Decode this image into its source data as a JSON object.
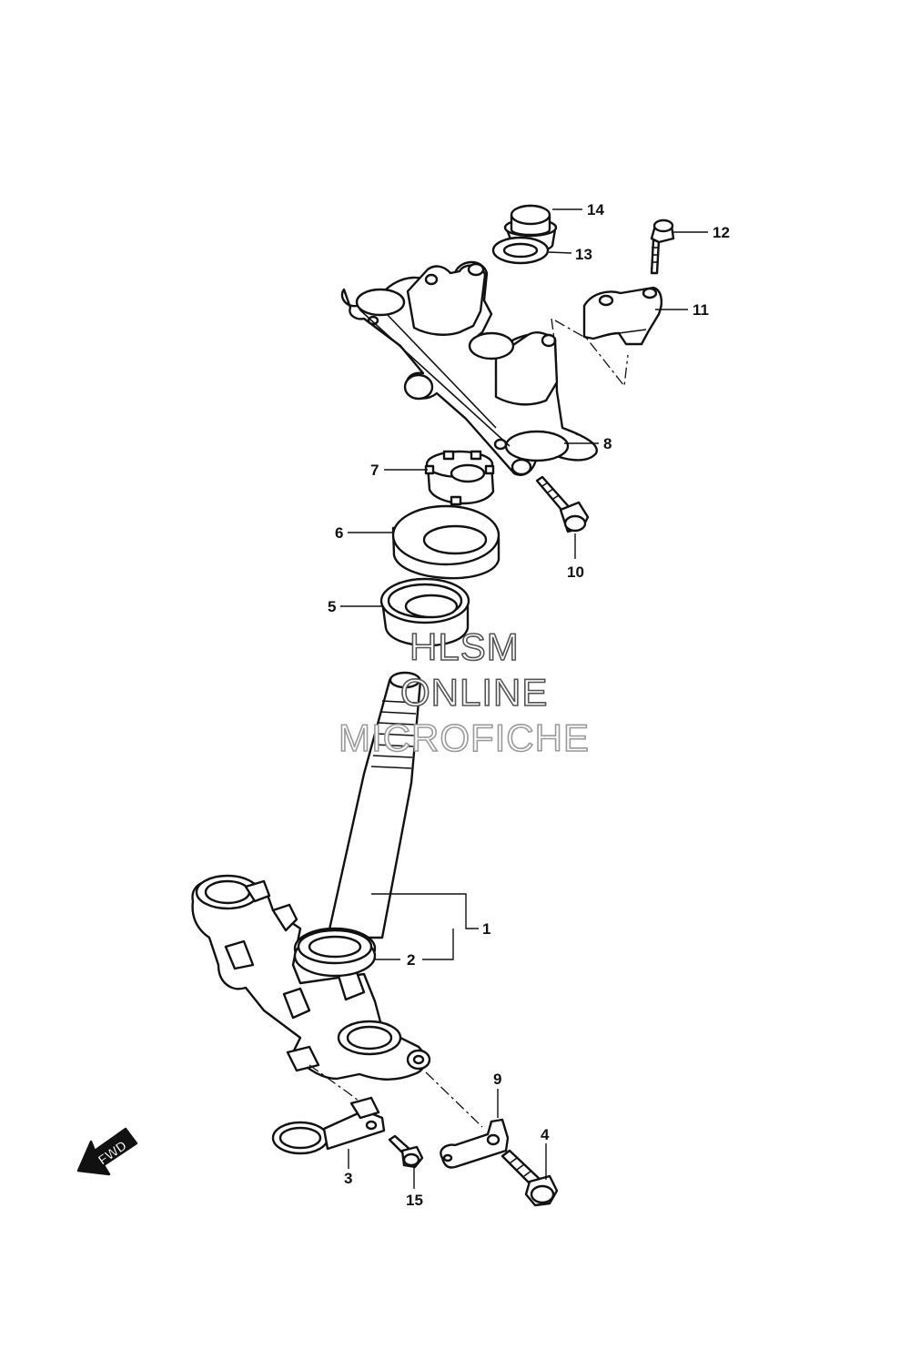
{
  "callouts": [
    {
      "id": "1",
      "label": "1"
    },
    {
      "id": "2",
      "label": "2"
    },
    {
      "id": "3",
      "label": "3"
    },
    {
      "id": "4",
      "label": "4"
    },
    {
      "id": "5",
      "label": "5"
    },
    {
      "id": "6",
      "label": "6"
    },
    {
      "id": "7",
      "label": "7"
    },
    {
      "id": "8",
      "label": "8"
    },
    {
      "id": "9",
      "label": "9"
    },
    {
      "id": "10",
      "label": "10"
    },
    {
      "id": "11",
      "label": "11"
    },
    {
      "id": "12",
      "label": "12"
    },
    {
      "id": "13",
      "label": "13"
    },
    {
      "id": "14",
      "label": "14"
    },
    {
      "id": "15",
      "label": "15"
    }
  ],
  "watermark": {
    "line1": "HLSM",
    "line2": "ONLINE",
    "line3": "MICROFICHE"
  },
  "direction_indicator": {
    "label": "FWD"
  }
}
